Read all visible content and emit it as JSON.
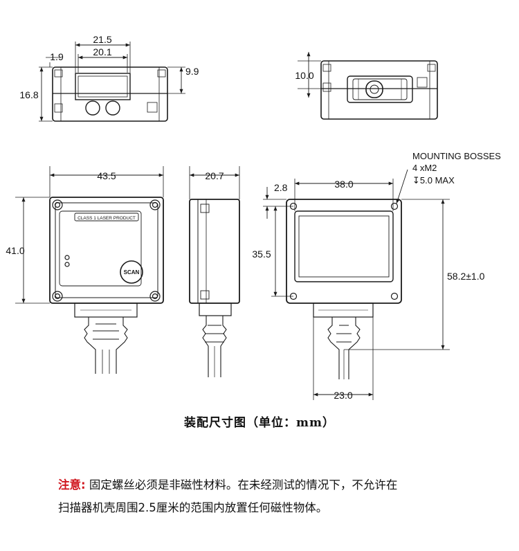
{
  "dims": {
    "top_width_outer": "21.5",
    "top_width_inner": "20.1",
    "top_offset": "1.9",
    "top_height_right": "9.9",
    "top_height_left": "16.8",
    "rear_height": "10.0",
    "front_width": "43.5",
    "front_height": "41.0",
    "side_depth": "20.7",
    "back_width": "38.0",
    "back_offset": "2.8",
    "back_window_height": "35.5",
    "overall_height": "58.2±1.0",
    "connector_width": "23.0"
  },
  "labels": {
    "laser_label": "CLASS 1  LASER PRODUCT",
    "scan_button": "SCAN",
    "mounting_title": "MOUNTING BOSSES",
    "mounting_thread": "4 xM2",
    "mounting_depth": "↧5.0 MAX"
  },
  "caption": "装配尺寸图（单位：mm）",
  "note": {
    "label": "注意:",
    "line1": "固定螺丝必须是非磁性材料。在未经测试的情况下，不允许在",
    "line2": "扫描器机壳周围2.5厘米的范围内放置任何磁性物体。"
  },
  "colors": {
    "note_label": "#d0161e",
    "line": "#1a1a1a"
  }
}
